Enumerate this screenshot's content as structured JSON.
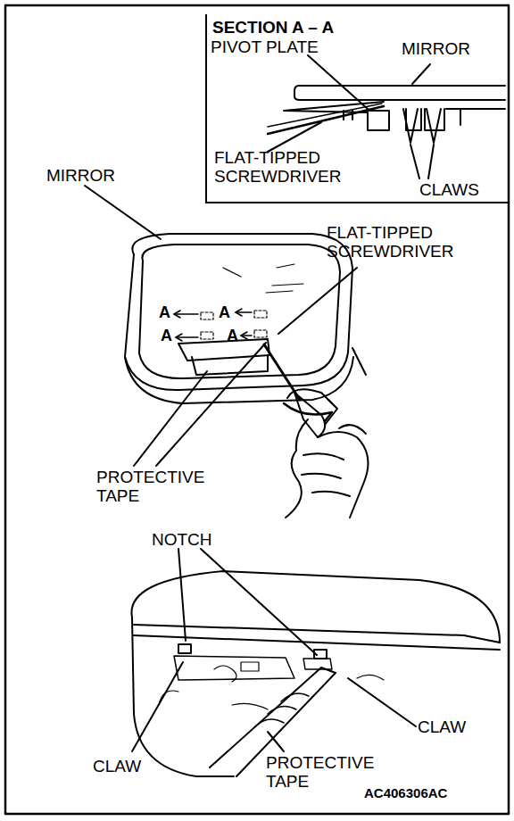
{
  "diagram": {
    "nodes": [
      {
        "text": [
          "SECTION A – A"
        ]
      }
    ],
    "labels": [
      "PIVOT PLATE",
      "MIRROR",
      "FLAT-TIPPED SCREWDRIVER",
      "CLAWS",
      "MIRROR",
      "FLAT-TIPPED SCREWDRIVER",
      "A",
      "A",
      "A",
      "A",
      "PROTECTIVE TAPE",
      "NOTCH",
      "CLAW",
      "CLAW",
      "PROTECTIVE TAPE",
      "AC406306AC"
    ]
  }
}
